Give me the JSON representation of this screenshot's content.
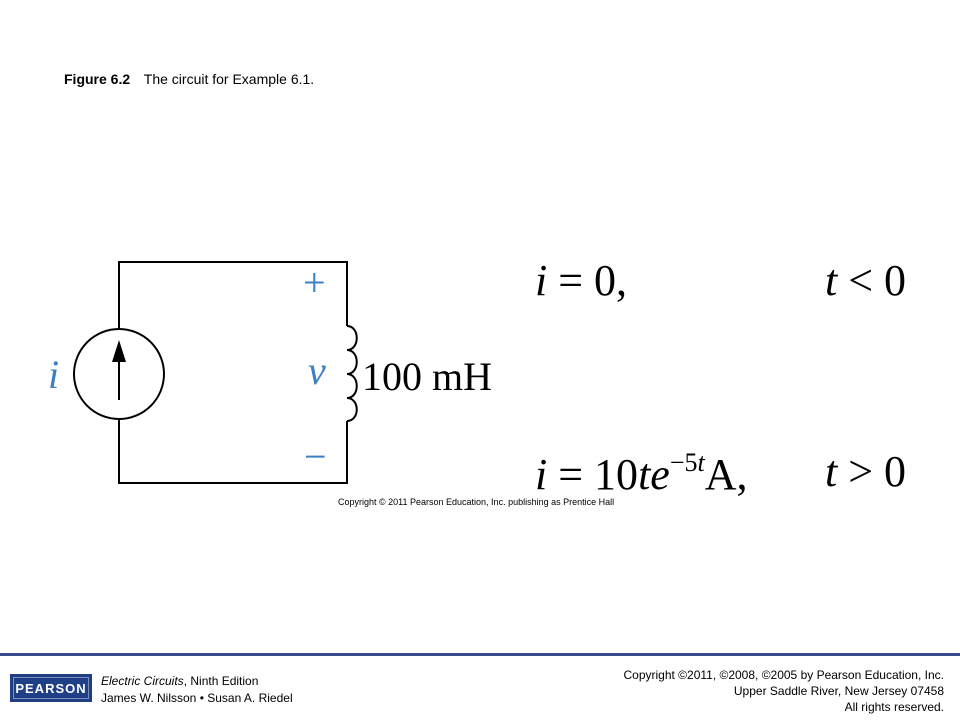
{
  "caption": {
    "label": "Figure 6.2",
    "text": "The circuit for Example 6.1."
  },
  "diagram": {
    "source_label": "i",
    "plus_sign": "+",
    "minus_sign": "−",
    "voltage_label": "v",
    "inductor_value": "100 mH"
  },
  "equations": {
    "eq1_lhs_var": "i",
    "eq1_rhs": " = 0,",
    "eq1_cond_var": "t",
    "eq1_cond": " < 0",
    "eq2_lhs_var": "i",
    "eq2_rhs_a": " = 10",
    "eq2_t": "t",
    "eq2_e": "e",
    "eq2_exp_num": "−5",
    "eq2_exp_var": "t",
    "eq2_unit": "A,",
    "eq2_cond_var": "t",
    "eq2_cond": " > 0"
  },
  "credit": "Copyright © 2011 Pearson Education, Inc. publishing as Prentice Hall",
  "footer": {
    "publisher": "PEARSON",
    "book_title": "Electric Circuits",
    "book_edition": ", Ninth Edition",
    "book_authors": "James W. Nilsson • Susan A. Riedel",
    "copyright_line1": "Copyright ©2011, ©2008, ©2005 by Pearson Education, Inc.",
    "copyright_line2": "Upper Saddle River, New Jersey 07458",
    "copyright_line3": "All rights reserved."
  },
  "colors": {
    "label_blue": "#3b7fc4",
    "wire": "#000000",
    "footer_rule": "#3a4a8a",
    "logo_bg": "#1f3f86"
  }
}
